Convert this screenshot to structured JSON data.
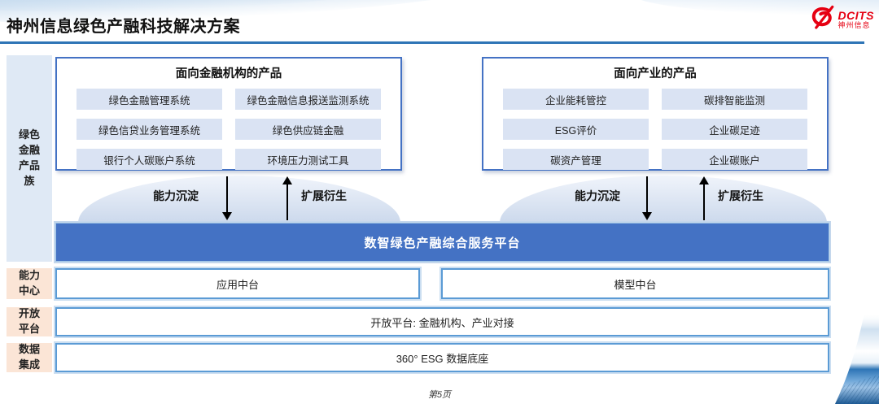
{
  "header": {
    "title": "神州信息绿色产融科技解决方案",
    "logo": {
      "brand_en": "DCITS",
      "brand_cn": "神州信息"
    }
  },
  "sidebar": {
    "labels": [
      {
        "text": "绿色金融产品族"
      },
      {
        "text": "能力中心"
      },
      {
        "text": "开放平台"
      },
      {
        "text": "数据集成"
      }
    ]
  },
  "product_groups": [
    {
      "title": "面向金融机构的产品",
      "items": [
        "绿色金融管理系统",
        "绿色金融信息报送监测系统",
        "绿色信贷业务管理系统",
        "绿色供应链金融",
        "银行个人碳账户系统",
        "环境压力测试工具"
      ]
    },
    {
      "title": "面向产业的产品",
      "items": [
        "企业能耗管控",
        "碳排智能监测",
        "ESG评价",
        "企业碳足迹",
        "碳资产管理",
        "企业碳账户"
      ]
    }
  ],
  "flow": {
    "down_label": "能力沉淀",
    "up_label": "扩展衍生"
  },
  "platform": {
    "title": "数智绿色产融综合服务平台"
  },
  "rows": {
    "capability": [
      "应用中台",
      "模型中台"
    ],
    "open": "开放平台: 金融机构、产业对接",
    "data": "360° ESG 数据底座"
  },
  "footer": {
    "page": "第5页"
  },
  "colors": {
    "accent_blue": "#4472c4",
    "line_blue": "#2e75b6",
    "light_item_blue": "#dae3f3",
    "sidebar_blue": "#dfe9f5",
    "sidebar_peach": "#fbe5d6",
    "brand_red": "#e60012"
  }
}
